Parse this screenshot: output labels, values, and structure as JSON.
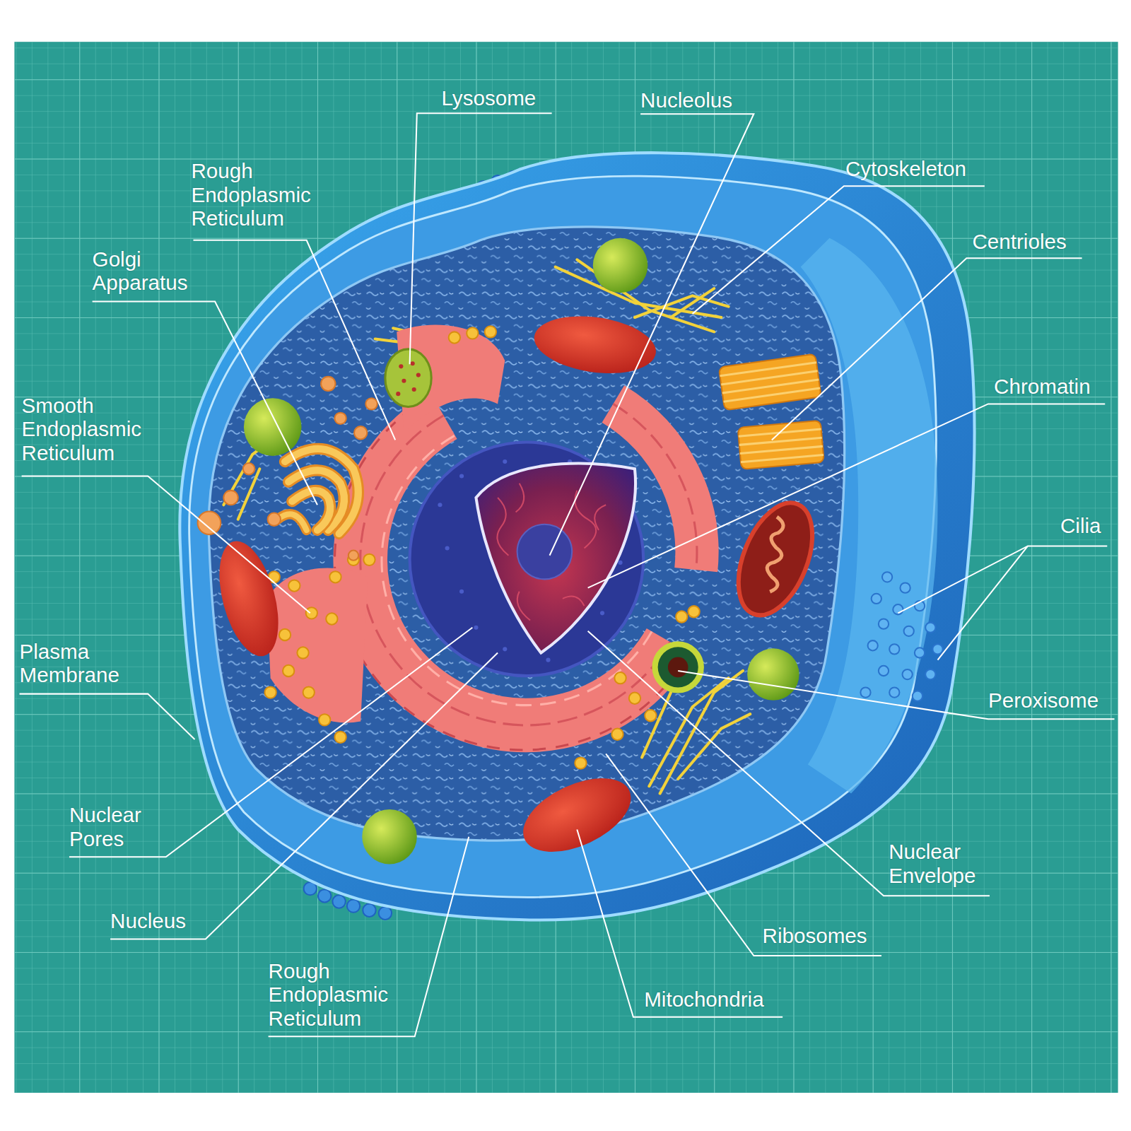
{
  "diagram": {
    "labels": [
      "Lysosome",
      "Nucleolus",
      "Cytoskeleton",
      "Rough Endoplasmic Reticulum",
      "Centrioles",
      "Golgi Apparatus",
      "Chromatin",
      "Smooth Endoplasmic Reticulum",
      "Cilia",
      "Plasma Membrane",
      "Peroxisome",
      "Nuclear Envelope",
      "Nuclear Pores",
      "Ribosomes",
      "Nucleus",
      "Rough Endoplasmic Reticulum",
      "Mitochondria"
    ]
  }
}
